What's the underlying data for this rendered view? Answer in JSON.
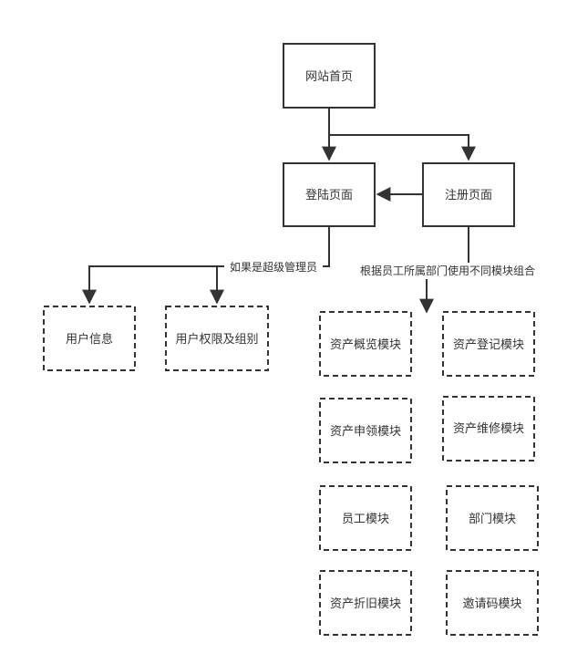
{
  "nodes": {
    "home": "网站首页",
    "login": "登陆页面",
    "register": "注册页面",
    "user_info": "用户信息",
    "user_perm": "用户权限及组别",
    "asset_overview": "资产概览模块",
    "asset_register": "资产登记模块",
    "asset_apply": "资产申领模块",
    "asset_repair": "资产维修模块",
    "staff": "员工模块",
    "dept": "部门模块",
    "asset_depr": "资产折旧模块",
    "invite": "邀请码模块"
  },
  "edges": {
    "admin_label": "如果是超级管理员",
    "dept_label": "根据员工所属部门使用不同模块组合"
  }
}
